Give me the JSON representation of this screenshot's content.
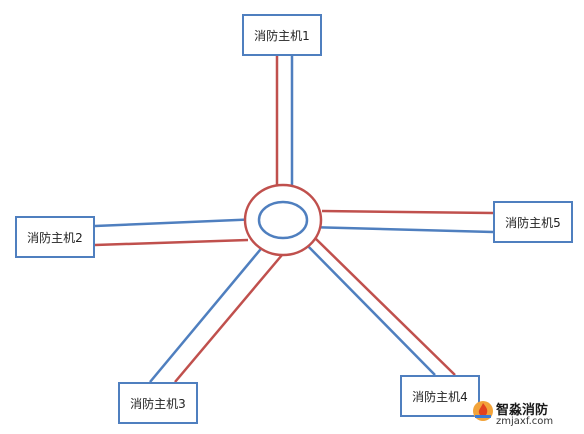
{
  "nodes": [
    {
      "label": "消防主机1"
    },
    {
      "label": "消防主机2"
    },
    {
      "label": "消防主机3"
    },
    {
      "label": "消防主机4"
    },
    {
      "label": "消防主机5"
    }
  ],
  "colors": {
    "red_line": "#c0504d",
    "blue_line": "#4f7fbf",
    "box_border": "#4f7fbf"
  },
  "watermark": {
    "name": "智淼消防",
    "url": "zmjaxf.com"
  }
}
